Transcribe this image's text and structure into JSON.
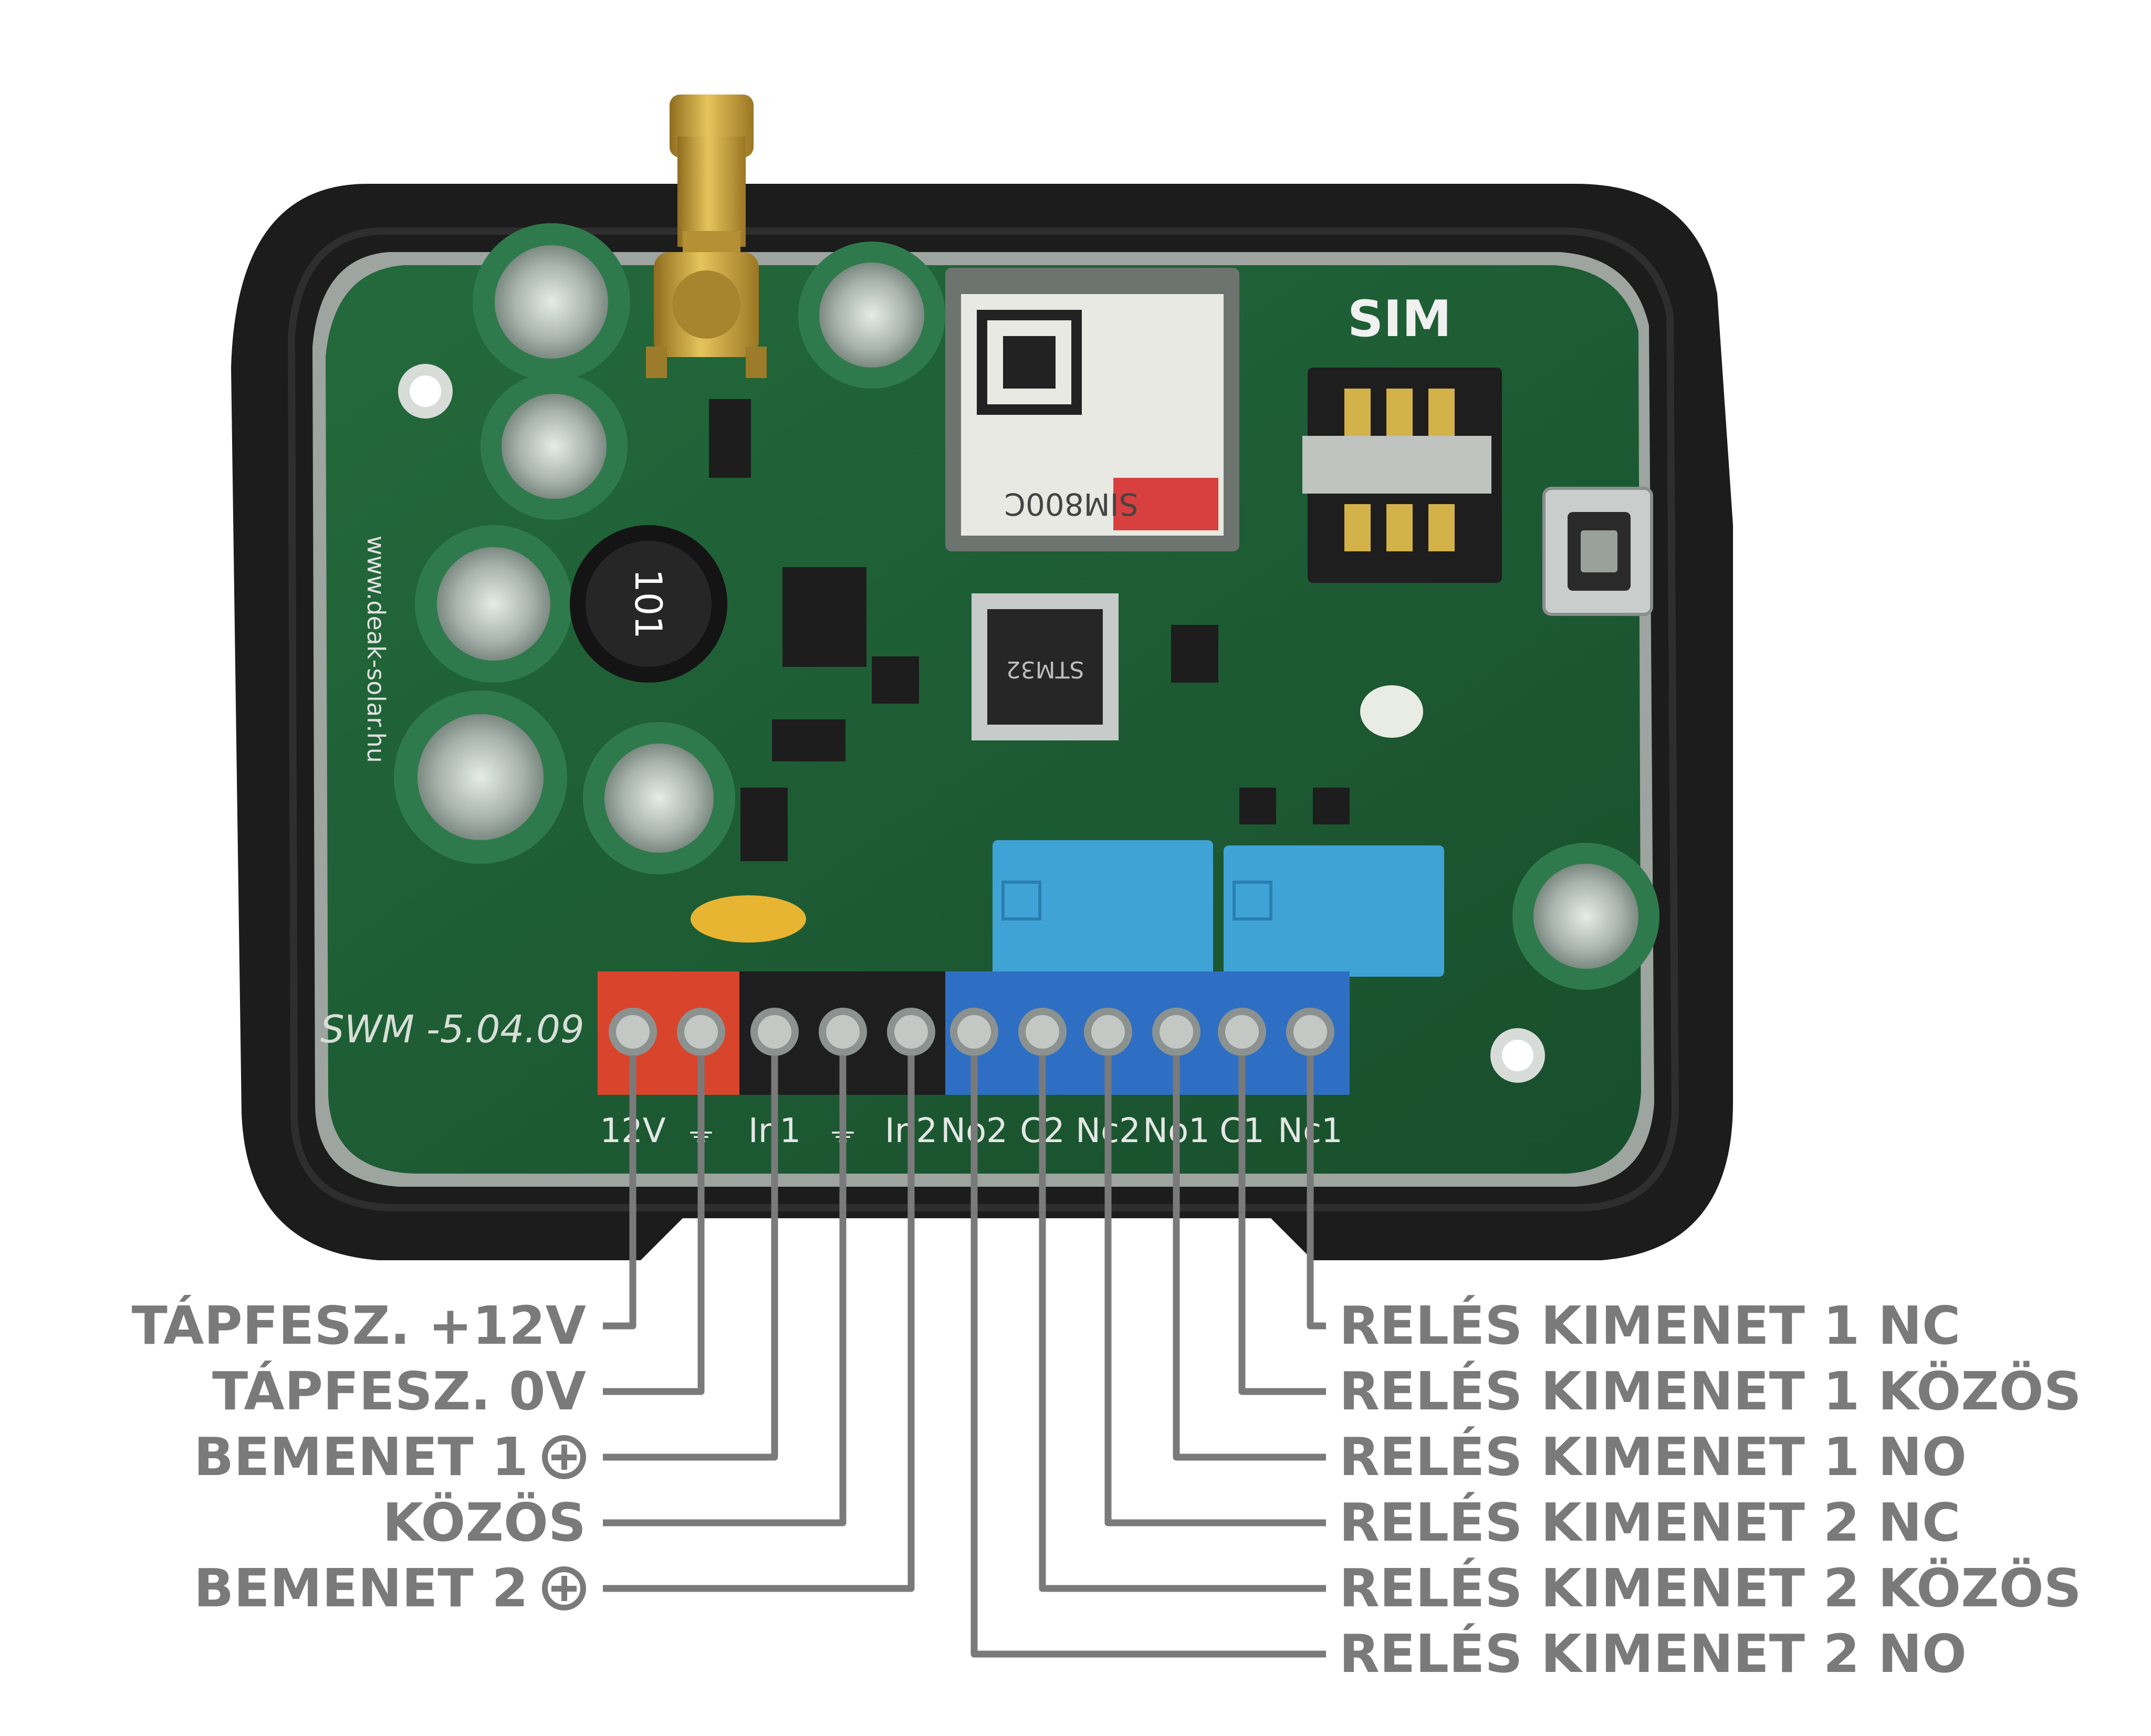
{
  "colors": {
    "pcb": "#1f5a34",
    "pcb_dark": "#17462a",
    "enclosure": "#1c1c1c",
    "callout": "#7a7a7a",
    "terminal_red": "#d9442c",
    "terminal_black": "#1e1e1e",
    "terminal_blue": "#2f6fc3",
    "relay_blue": "#3fa3d6",
    "antenna_gold": "#c9a23a"
  },
  "board": {
    "model": "SWM -5.04.09",
    "website": "www.deak-solar.hu",
    "sim_label": "SIM",
    "module_name": "SIM800C",
    "inductor_label": "101",
    "mcu_label": "STM32"
  },
  "terminals": [
    {
      "label": "12V",
      "color": "red"
    },
    {
      "label": "⏚",
      "color": "red"
    },
    {
      "label": "In1",
      "color": "black"
    },
    {
      "label": "⏚",
      "color": "black"
    },
    {
      "label": "In2",
      "color": "black"
    },
    {
      "label": "No2",
      "color": "blue"
    },
    {
      "label": "C2",
      "color": "blue"
    },
    {
      "label": "Nc2",
      "color": "blue"
    },
    {
      "label": "No1",
      "color": "blue"
    },
    {
      "label": "C1",
      "color": "blue"
    },
    {
      "label": "Nc1",
      "color": "blue"
    }
  ],
  "callouts_left": [
    {
      "text": "TÁPFESZ. +12V",
      "plus_icon": false
    },
    {
      "text": "TÁPFESZ. 0V",
      "plus_icon": false
    },
    {
      "text": "BEMENET 1",
      "plus_icon": true
    },
    {
      "text": "KÖZÖS",
      "plus_icon": false
    },
    {
      "text": "BEMENET 2",
      "plus_icon": true
    }
  ],
  "callouts_right": [
    {
      "text": "RELÉS KIMENET 1 NC"
    },
    {
      "text": "RELÉS KIMENET 1 KÖZÖS"
    },
    {
      "text": "RELÉS KIMENET 1 NO"
    },
    {
      "text": "RELÉS KIMENET 2 NC"
    },
    {
      "text": "RELÉS KIMENET 2 KÖZÖS"
    },
    {
      "text": "RELÉS KIMENET 2 NO"
    }
  ]
}
